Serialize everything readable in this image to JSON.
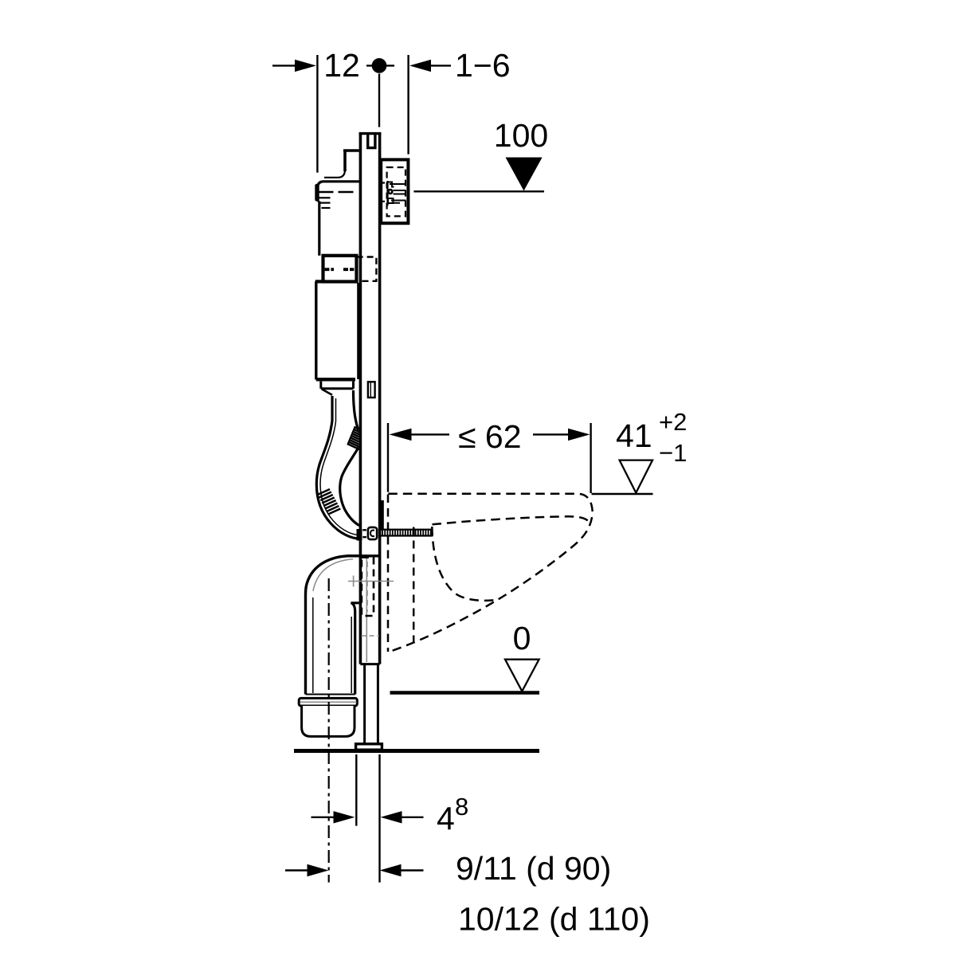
{
  "diagram": {
    "kind": "technical installation drawing, side section of wall-hung WC concealed cistern frame",
    "background_color": "#ffffff",
    "line_color": "#000000",
    "gray_line_color": "#8a8a8a",
    "dimensions": {
      "frame_depth": "12",
      "wall_finish_range": "1−6",
      "top_height_level": "100",
      "flush_pipe_height": "≤ 62",
      "pan_level": "41",
      "pan_level_tol_plus": "+2",
      "pan_level_tol_minus": "−1",
      "floor_level": "0",
      "outlet_offset": "4",
      "outlet_offset_sup": "8",
      "drain_row_1": "9/11 (d 90)",
      "drain_row_2": "10/12 (d 110)"
    }
  }
}
